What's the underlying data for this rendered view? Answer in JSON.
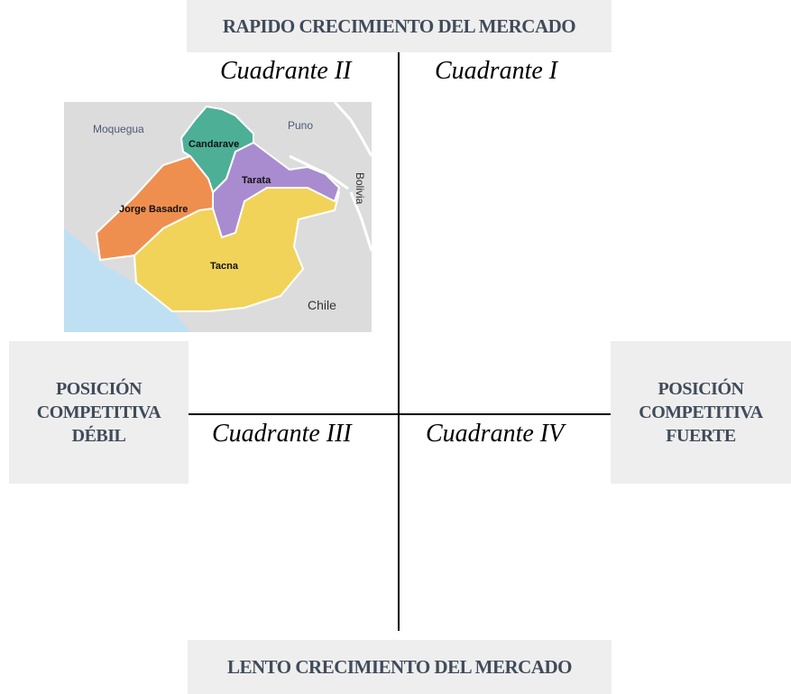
{
  "top": {
    "label": "RAPIDO CRECIMIENTO DEL MERCADO"
  },
  "bottom": {
    "label": "LENTO CRECIMIENTO DEL MERCADO"
  },
  "left": {
    "lines": [
      "POSICIÓN",
      "COMPETITIVA",
      "DÉBIL"
    ]
  },
  "right": {
    "lines": [
      "POSICIÓN",
      "COMPETITIVA",
      "FUERTE"
    ]
  },
  "quadrants": {
    "q1": "Cuadrante I",
    "q2": "Cuadrante II",
    "q3": "Cuadrante III",
    "q4": "Cuadrante IV"
  },
  "map": {
    "labels": {
      "moquegua": "Moquegua",
      "puno": "Puno",
      "candarave": "Candarave",
      "tarata": "Tarata",
      "bolivia": "Bolivia",
      "jorge_basadre": "Jorge Basadre",
      "tacna": "Tacna",
      "chile": "Chile"
    },
    "colors": {
      "land": "#dcdcdc",
      "sea": "#bfe0f2",
      "candarave": "#4caf96",
      "tarata": "#a98ccf",
      "jorge_basadre": "#ef8f4f",
      "tacna": "#f1d35a",
      "border": "#ffffff"
    }
  }
}
